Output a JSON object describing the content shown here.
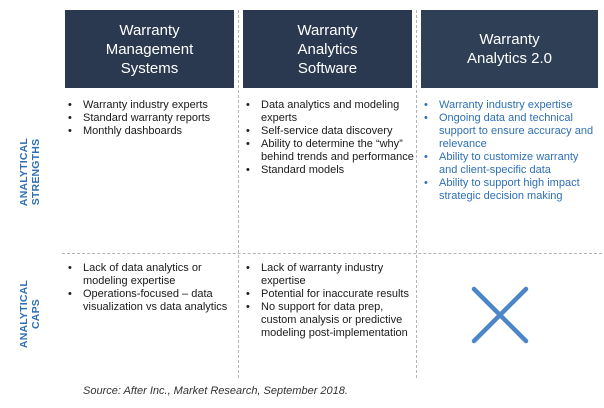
{
  "columns": [
    {
      "title": "Warranty\nManagement\nSystems"
    },
    {
      "title": "Warranty\nAnalytics\nSoftware"
    },
    {
      "title": "Warranty\nAnalytics 2.0"
    }
  ],
  "rows": {
    "strengths": {
      "label": "ANALYTICAL\nSTRENGTHS",
      "cells": [
        [
          "Warranty industry experts",
          "Standard warranty reports",
          "Monthly dashboards"
        ],
        [
          "Data analytics and modeling experts",
          "Self-service data discovery",
          "Ability to determine the “why” behind trends and performance",
          "Standard models"
        ],
        [
          "Warranty industry expertise",
          "Ongoing data and technical support to ensure accuracy and relevance",
          "Ability to customize warranty and client-specific data",
          "Ability to support high impact strategic decision making"
        ]
      ]
    },
    "caps": {
      "label": "ANALYTICAL\nCAPS",
      "cells": [
        [
          "Lack of data analytics or modeling expertise",
          "Operations-focused – data visualization vs data analytics"
        ],
        [
          "Lack of warranty industry expertise",
          "Potential for inaccurate results",
          "No support for data prep, custom analysis or predictive modeling post-implementation"
        ],
        []
      ]
    }
  },
  "no_caps_icon": "x-mark-icon",
  "source": "Source: After Inc., Market Research, September 2018.",
  "colors": {
    "header_bg": "#2b3950",
    "accent_blue": "#2e6fb5",
    "x_mark": "#4a86c8"
  }
}
